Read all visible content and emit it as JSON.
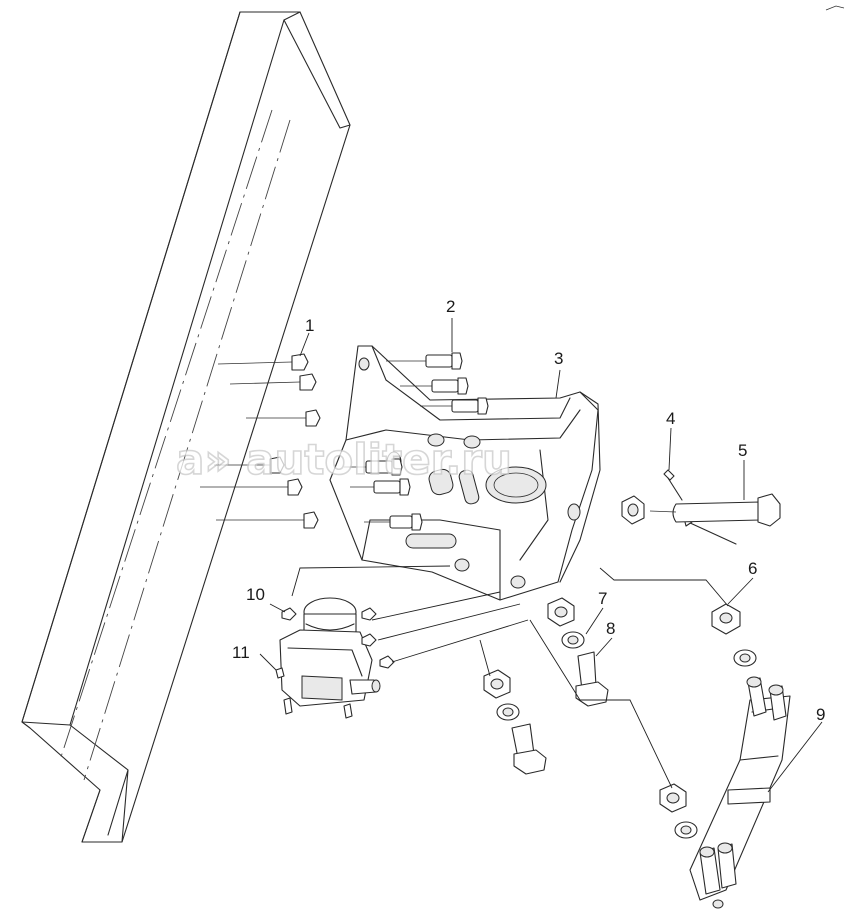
{
  "diagram": {
    "callouts": [
      {
        "id": "1",
        "label": "1"
      },
      {
        "id": "2",
        "label": "2"
      },
      {
        "id": "3",
        "label": "3"
      },
      {
        "id": "4",
        "label": "4"
      },
      {
        "id": "5",
        "label": "5"
      },
      {
        "id": "6",
        "label": "6"
      },
      {
        "id": "7",
        "label": "7"
      },
      {
        "id": "8",
        "label": "8"
      },
      {
        "id": "9",
        "label": "9"
      },
      {
        "id": "10",
        "label": "10"
      },
      {
        "id": "11",
        "label": "11"
      }
    ],
    "watermark": "a» autoliter.ru",
    "line_color": "#2a2a2a"
  }
}
